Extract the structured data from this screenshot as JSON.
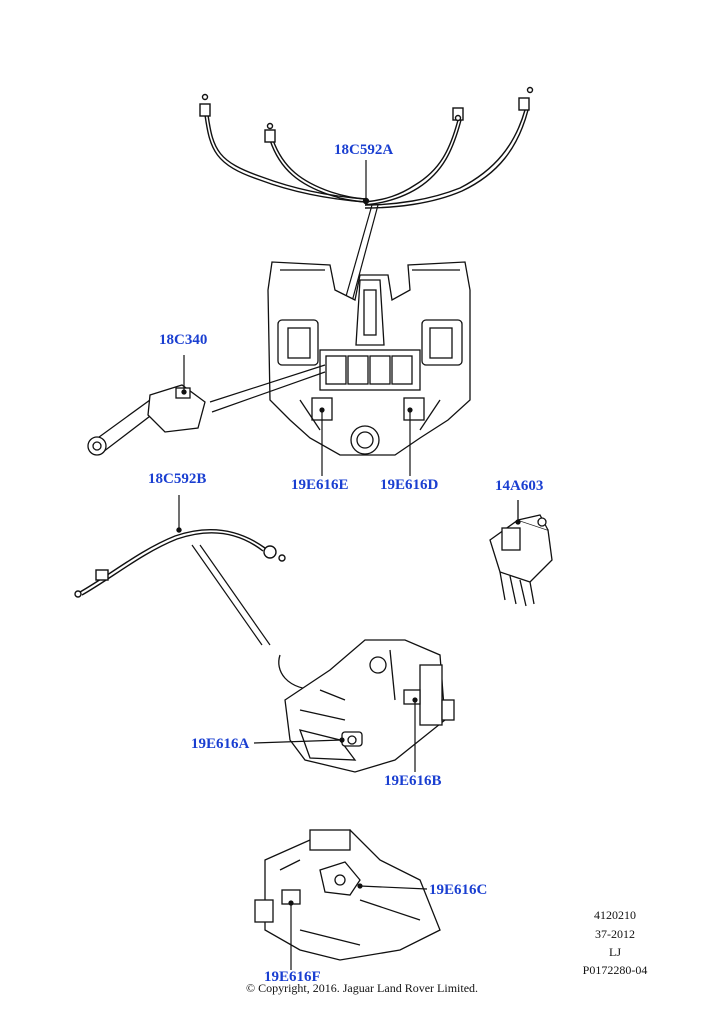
{
  "callouts": {
    "c18C592A": "18C592A",
    "c18C340": "18C340",
    "c19E616E": "19E616E",
    "c19E616D": "19E616D",
    "c14A603": "14A603",
    "c18C592B": "18C592B",
    "c19E616A": "19E616A",
    "c19E616B": "19E616B",
    "c19E616C": "19E616C",
    "c19E616F": "19E616F"
  },
  "meta": {
    "code": "4120210",
    "date": "37-2012",
    "initials": "LJ",
    "ref": "P0172280-04"
  },
  "copyright": "© Copyright, 2016. Jaguar Land Rover Limited.",
  "colors": {
    "callout": "#1a3fd1",
    "line": "#111111"
  }
}
